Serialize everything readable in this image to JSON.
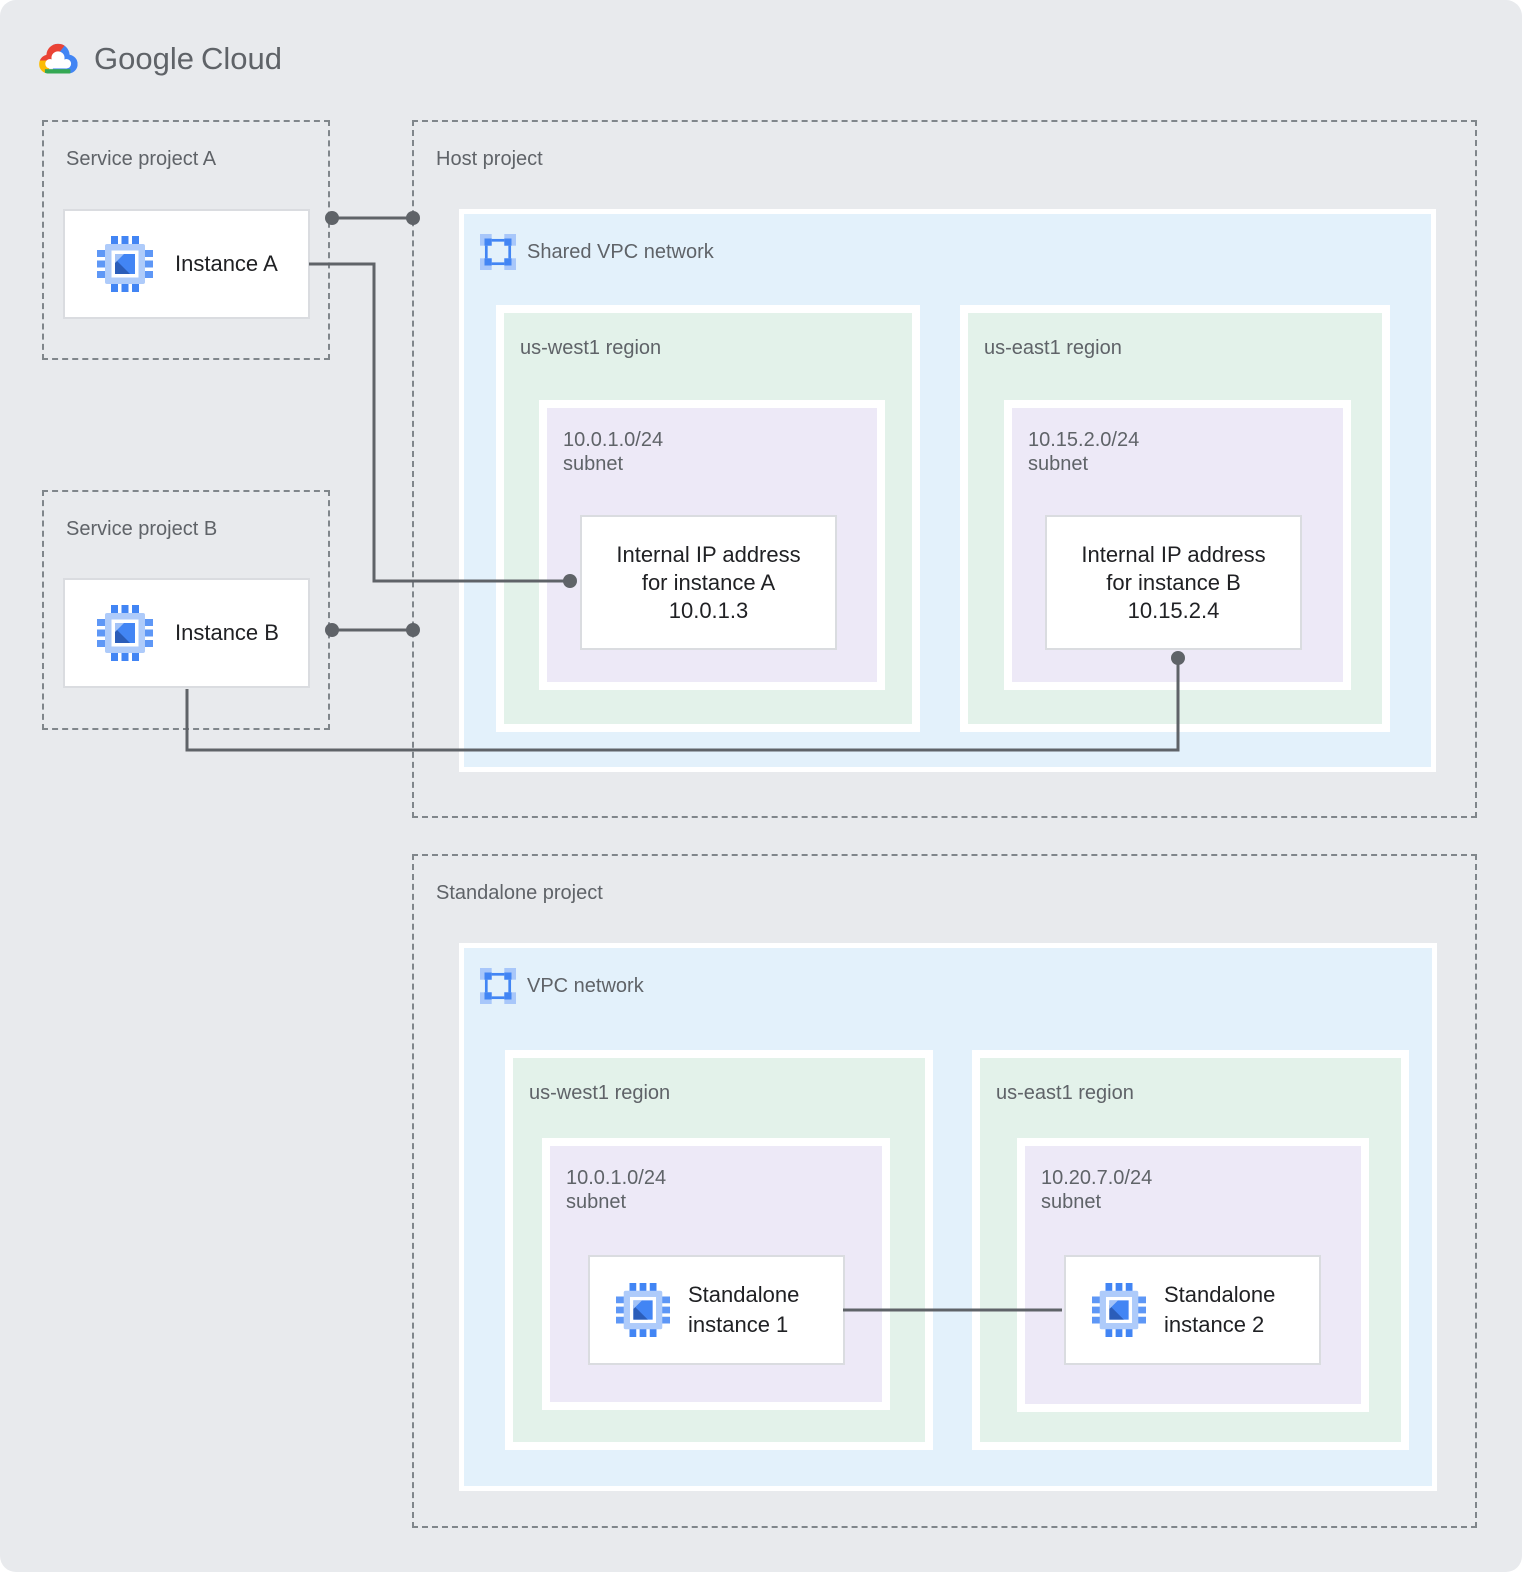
{
  "logo": {
    "brand": "Google",
    "product": "Cloud"
  },
  "service_project_a": {
    "label": "Service project A",
    "instance_label": "Instance A"
  },
  "service_project_b": {
    "label": "Service project B",
    "instance_label": "Instance B"
  },
  "host_project": {
    "label": "Host project",
    "network_label": "Shared VPC network",
    "regions": [
      {
        "label": "us-west1 region",
        "subnet_cidr": "10.0.1.0/24",
        "subnet_word": "subnet",
        "ip_card": {
          "line1": "Internal IP address",
          "line2": "for instance A",
          "line3": "10.0.1.3"
        }
      },
      {
        "label": "us-east1 region",
        "subnet_cidr": "10.15.2.0/24",
        "subnet_word": "subnet",
        "ip_card": {
          "line1": "Internal IP address",
          "line2": "for instance B",
          "line3": "10.15.2.4"
        }
      }
    ]
  },
  "standalone_project": {
    "label": "Standalone project",
    "network_label": "VPC network",
    "regions": [
      {
        "label": "us-west1 region",
        "subnet_cidr": "10.0.1.0/24",
        "subnet_word": "subnet",
        "instance": {
          "line1": "Standalone",
          "line2": "instance 1"
        }
      },
      {
        "label": "us-east1 region",
        "subnet_cidr": "10.20.7.0/24",
        "subnet_word": "subnet",
        "instance": {
          "line1": "Standalone",
          "line2": "instance 2"
        }
      }
    ]
  },
  "icons": {
    "google_cloud_logo": "google-cloud-logo",
    "compute_instance": "compute-engine-chip-icon",
    "vpc_network": "vpc-network-icon"
  },
  "colors": {
    "canvas_bg": "#E8EAED",
    "network_blue": "#E3F1FB",
    "region_green": "#E3F2EA",
    "subnet_purple": "#EDE9F7",
    "card_border": "#DADCE0",
    "dashed_border": "#80868B",
    "connector": "#5F6368",
    "label_gray": "#5F6368",
    "text_dark": "#202124",
    "google_blue": "#4285F4",
    "google_blue_light": "#A8C7FA",
    "google_red": "#EA4335",
    "google_yellow": "#FBBC04",
    "google_green": "#34A853"
  }
}
